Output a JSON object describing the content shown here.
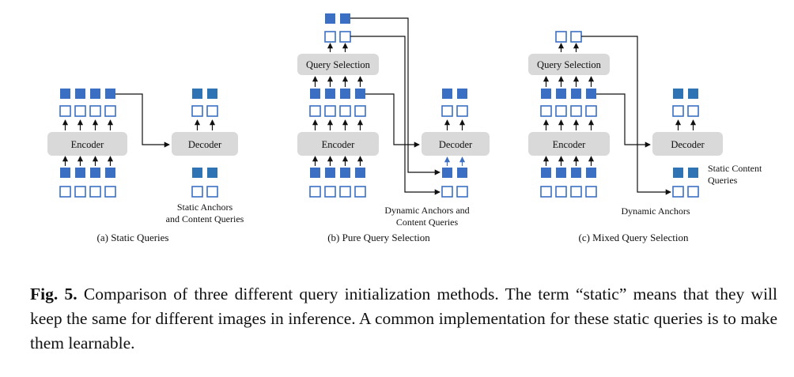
{
  "colors": {
    "filled_blue": "#3a6fc4",
    "filled_teal": "#2e74b5",
    "outline_blue": "#3a6fc4",
    "block_gray": "#d9d9d9",
    "arrow": "#111111"
  },
  "diagram": {
    "a": {
      "encoder": "Encoder",
      "decoder": "Decoder",
      "annotation": [
        "Static Anchors",
        "and Content Queries"
      ],
      "subcaption": "(a) Static Queries"
    },
    "b": {
      "query_selection": "Query Selection",
      "encoder": "Encoder",
      "decoder": "Decoder",
      "annotation": [
        "Dynamic Anchors and",
        "Content Queries"
      ],
      "subcaption": "(b) Pure Query Selection"
    },
    "c": {
      "query_selection": "Query Selection",
      "encoder": "Encoder",
      "decoder": "Decoder",
      "annotation_static": [
        "Static Content",
        "Queries"
      ],
      "annotation_dynamic": "Dynamic Anchors",
      "subcaption": "(c) Mixed Query Selection"
    }
  },
  "caption": {
    "label": "Fig. 5.",
    "text": " Comparison of three different query initialization methods. The term “static” means that they will keep the same for different images in inference. A common implementation for these static queries is to make them learnable."
  }
}
